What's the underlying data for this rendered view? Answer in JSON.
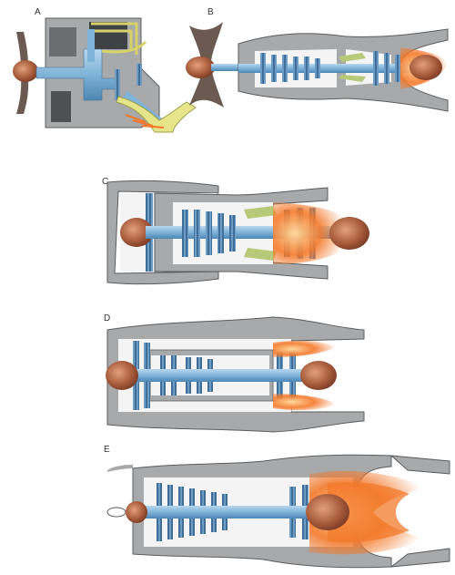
{
  "labels": {
    "a": "A",
    "b": "B",
    "c": "C",
    "d": "D",
    "e": "E"
  },
  "colors": {
    "casing": "#a7a9ab",
    "casing_edge": "#5a5c5e",
    "cavity": "#f4f4f4",
    "shaft": "#7fb3d8",
    "blades": "#5a8ab3",
    "cone": "#a65a3a",
    "exhaust": "#f3792a",
    "propeller": "#6b5a52",
    "gearbox_yellow": "#d7d36a",
    "olive": "#9aa04b"
  }
}
